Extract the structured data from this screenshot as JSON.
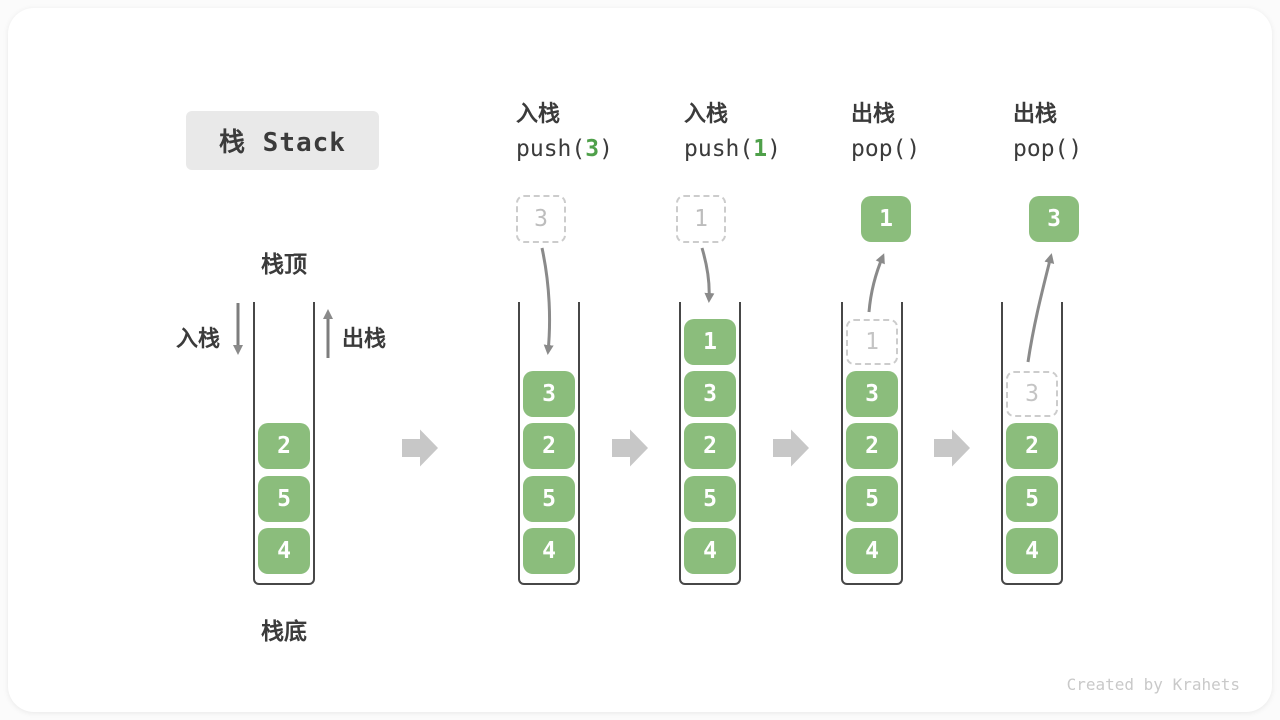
{
  "title": "栈 Stack",
  "watermark": "Created by Krahets",
  "stack_labels": {
    "top": "栈顶",
    "bottom": "栈底",
    "push_side": "入栈",
    "pop_side": "出栈"
  },
  "operations": [
    {
      "label": "入栈",
      "code_fn": "push(",
      "code_arg": "3",
      "code_close": ")"
    },
    {
      "label": "入栈",
      "code_fn": "push(",
      "code_arg": "1",
      "code_close": ")"
    },
    {
      "label": "出栈",
      "code_fn": "pop(",
      "code_arg": "",
      "code_close": ")"
    },
    {
      "label": "出栈",
      "code_fn": "pop(",
      "code_arg": "",
      "code_close": ")"
    }
  ],
  "floating": {
    "push_value_3": "3",
    "push_value_1": "1",
    "pop_value_1": "1",
    "pop_value_3": "3"
  },
  "stacks": {
    "s1": {
      "cells": [
        "2",
        "5",
        "4"
      ]
    },
    "s2": {
      "cells": [
        "3",
        "2",
        "5",
        "4"
      ]
    },
    "s3": {
      "cells": [
        "1",
        "3",
        "2",
        "5",
        "4"
      ]
    },
    "s4": {
      "ghost": "1",
      "cells": [
        "3",
        "2",
        "5",
        "4"
      ]
    },
    "s5": {
      "ghost": "3",
      "cells": [
        "2",
        "5",
        "4"
      ]
    }
  },
  "colors": {
    "cell_green": "#8bbd7c",
    "code_arg_green": "#4fa04a",
    "ghost_gray": "#c4c4c4",
    "thin_arrow": "#8a8a8a",
    "block_arrow": "#c7c7c7",
    "title_bg": "#e9e9e9"
  }
}
